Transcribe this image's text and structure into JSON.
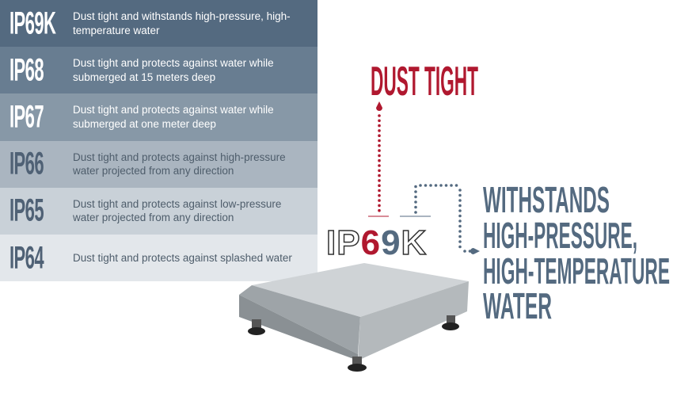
{
  "ratings": [
    {
      "code": "IP69K",
      "description": "Dust tight and withstands high-pressure, high-temperature water",
      "bg": "#546a80",
      "fg": "#ffffff"
    },
    {
      "code": "IP68",
      "description": "Dust tight and protects against water while submerged at 15 meters deep",
      "bg": "#687d91",
      "fg": "#ffffff"
    },
    {
      "code": "IP67",
      "description": "Dust tight and protects against water while submerged at one meter deep",
      "bg": "#8798a7",
      "fg": "#ffffff"
    },
    {
      "code": "IP66",
      "description": "Dust tight and protects against high-pressure water projected from any direction",
      "bg": "#aab5c0",
      "fg": "#4f6175"
    },
    {
      "code": "IP65",
      "description": "Dust tight and protects against low-pressure water projected from any direction",
      "bg": "#c9d1d8",
      "fg": "#4f6175"
    },
    {
      "code": "IP64",
      "description": "Dust tight and protects against splashed water",
      "bg": "#e3e7eb",
      "fg": "#4f6175"
    }
  ],
  "diagram": {
    "dust_label": "DUST TIGHT",
    "water_lines": [
      "WITHSTANDS",
      "HIGH-PRESSURE,",
      "HIGH-TEMPERATURE",
      "WATER"
    ],
    "logo": {
      "prefix": "IP",
      "digit1": "6",
      "digit2": "9",
      "suffix": "K"
    },
    "colors": {
      "red": "#b0182f",
      "slate": "#546a80"
    }
  }
}
